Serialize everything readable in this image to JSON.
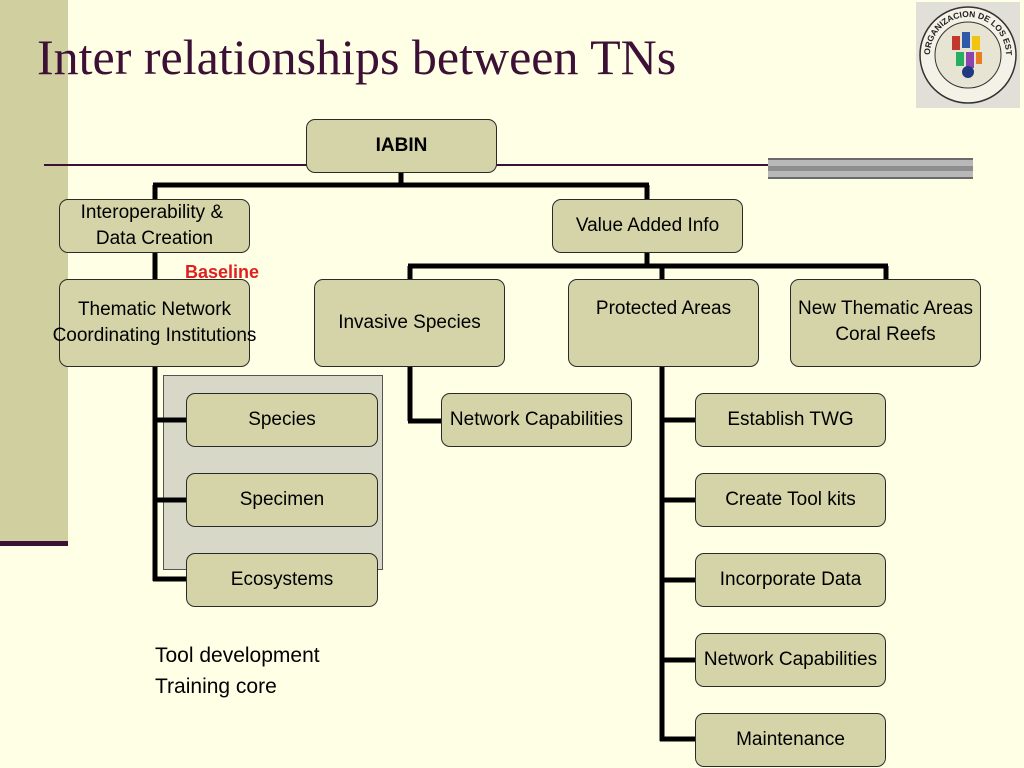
{
  "slide": {
    "title": "Inter relationships between TNs",
    "seal_text": "ORGANIZACION DE LOS ESTADOS AMERICANOS",
    "colors": {
      "background": "#ffffe6",
      "accent": "#3d1035",
      "node_fill": "#d4d4a8",
      "baseline": "#e02020"
    }
  },
  "diagram": {
    "root": "IABIN",
    "branches": {
      "interop": "Interoperability & \nData Creation",
      "value_added": "Value Added Info"
    },
    "baseline_label": "Baseline",
    "thematic_coord": "Thematic Network\nCoordinating Institutions",
    "thematic_children": [
      "Species",
      "Specimen",
      "Ecosystems"
    ],
    "value_children": {
      "invasive": "Invasive Species",
      "protected": "Protected Areas",
      "new_areas": "New Thematic Areas\nCoral Reefs"
    },
    "invasive_children": [
      "Network Capabilities"
    ],
    "protected_children": [
      "Establish TWG",
      "Create Tool kits",
      "Incorporate Data",
      "Network Capabilities",
      "Maintenance"
    ],
    "notes": [
      "Tool development",
      "Training core"
    ]
  }
}
